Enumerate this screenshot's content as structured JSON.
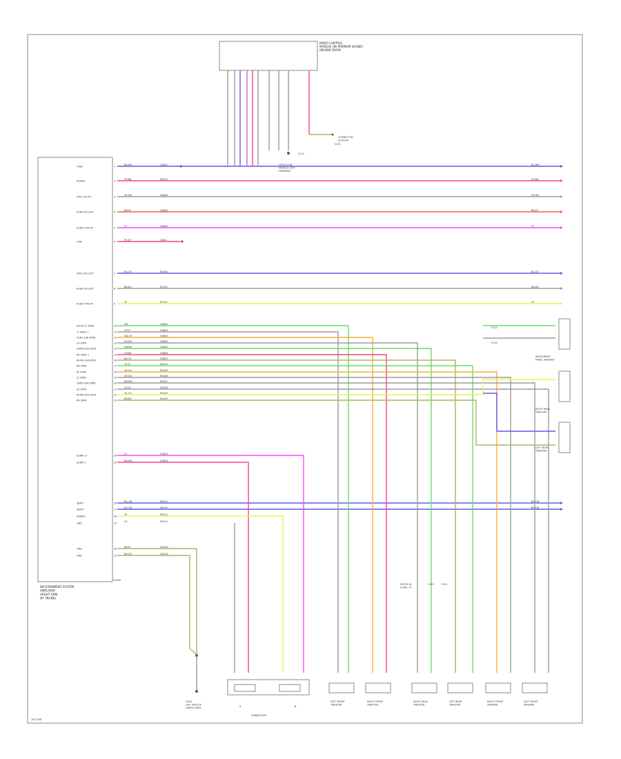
{
  "diagram_code": "1017598",
  "radio_module": {
    "label_lines": [
      "RADIO CONTROL",
      "MODULE (W/ PREMIUM SOUND)",
      "(BEHIND DASH)"
    ],
    "pins": [
      "",
      "",
      "",
      "",
      "",
      "",
      "",
      "",
      "",
      ""
    ]
  },
  "amplifier": {
    "label_lines": [
      "INFOTAINMENT SYSTEM",
      "AMPLIFIER",
      "(RIGHT SIDE",
      "OF TRUNK)"
    ],
    "connector_bottom": "C2406"
  },
  "left_pins": [
    {
      "label": "CAN+",
      "wire": "BU-WH",
      "ckt": "CAN1+"
    },
    {
      "label": "SIGNAL",
      "wire": "YE-BN",
      "ckt": "RS232"
    },
    {
      "label": "SYNC SIG RT",
      "wire": "YE-GN",
      "ckt": "VDB04"
    },
    {
      "label": "AUDIO IN LEFT",
      "wire": "BN-YE",
      "ckt": "VDB02"
    },
    {
      "label": "AUDIO RTN RT",
      "wire": "VT",
      "ckt": "VDB03"
    },
    {
      "label": "CAN-",
      "wire": "YE-GY",
      "ckt": "CAN1-"
    },
    {
      "label": "SYNC SIG LEFT",
      "wire": "BU-GY",
      "ckt": "RS350"
    },
    {
      "label": "AUDIO IN LEFT",
      "wire": "BN-BU",
      "ckt": "RS351"
    },
    {
      "label": "AUDIO RTN RT",
      "wire": "YE",
      "ckt": "RS352"
    },
    {
      "label": "DOOR LF SPKR",
      "wire": "GN",
      "ckt": "VDB01"
    },
    {
      "label": "LF SPKR +",
      "wire": "GY-YT",
      "ckt": "VDB01"
    },
    {
      "label": "LF/RF SUB SPKR",
      "wire": "GN-GY",
      "ckt": "VDB03"
    },
    {
      "label": "LR SPKR",
      "wire": "GY-GN",
      "ckt": "VDB08"
    },
    {
      "label": "LR/RR SUB SPKR",
      "wire": "GN-BU",
      "ckt": "VDB03"
    },
    {
      "label": "RR SPKR +",
      "wire": "GY-BN",
      "ckt": "VDB05"
    },
    {
      "label": "RF/RR SUB SPKR",
      "wire": "BN-GY",
      "ckt": "VDB07"
    },
    {
      "label": "RR SPKR",
      "wire": "YE-VT",
      "ckt": "RS404"
    },
    {
      "label": "RF SPKR",
      "wire": "GY-OG",
      "ckt": "RS405"
    },
    {
      "label": "LF SPKR",
      "wire": "GY-GN",
      "ckt": "RS406"
    },
    {
      "label": "LR/RF SUB SPKR",
      "wire": "BN-WH",
      "ckt": "RS407"
    },
    {
      "label": "LR SPKR",
      "wire": "GY-GY",
      "ckt": "RS408"
    },
    {
      "label": "RF/RR SUB SPKR",
      "wire": "YE-OG",
      "ckt": "RS409"
    },
    {
      "label": "RR SPKR",
      "wire": "BN-BU",
      "ckt": "RS410"
    },
    {
      "label": "SUBW 1+",
      "wire": "VT",
      "ckt": "CDB15"
    },
    {
      "label": "SUBW 1-",
      "wire": "BN-WH",
      "ckt": "CDB16"
    },
    {
      "label": "SBATT",
      "wire": "BU-GN",
      "ckt": "SBP14"
    },
    {
      "label": "SBATT",
      "wire": "BU-GN",
      "ckt": "SBP15"
    },
    {
      "label": "ENABLE",
      "wire": "YE",
      "ckt": "RS412"
    },
    {
      "label": "GND",
      "wire": "GY",
      "ckt": "RS413"
    },
    {
      "label": "GND",
      "wire": "BK-YE",
      "ckt": "GD145"
    },
    {
      "label": "GND",
      "wire": "BK-GN",
      "ckt": "GD146"
    }
  ],
  "right_components": [
    {
      "label_lines": [
        "INSTRUMENT",
        "PANEL SPEAKER"
      ]
    },
    {
      "label_lines": [
        "RIGHT REAR",
        "TWEETER"
      ]
    },
    {
      "label_lines": [
        "LEFT REAR",
        "TWEETER"
      ]
    }
  ],
  "splice_labels": [
    "S114",
    "S116",
    "S120",
    "S121",
    "S122",
    "S123"
  ],
  "bottom_components": [
    {
      "label_lines": [
        "G200",
        "LEFT SIDE OF",
        "CARGO AREA"
      ]
    },
    {
      "label_lines": [
        "SUBWOOFER"
      ]
    },
    {
      "label_lines": [
        "LEFT FRONT",
        "TWEETER"
      ]
    },
    {
      "label_lines": [
        "RIGHT FRONT",
        "TWEETER"
      ]
    },
    {
      "label_lines": [
        "RIGHT REAR",
        "TWEETER"
      ]
    },
    {
      "label_lines": [
        "LEFT REAR",
        "TWEETER"
      ]
    },
    {
      "label_lines": [
        "RIGHT FRONT",
        "SPEAKER"
      ]
    },
    {
      "label_lines": [
        "LEFT FRONT",
        "SPEAKER"
      ]
    }
  ],
  "subwoofer_pins": [
    "A",
    "B"
  ],
  "notes": {
    "splice_top": [
      "(SPLICE ON",
      "VEHICLE LEFT",
      "HARNESS)"
    ],
    "connect_top": [
      "CONNECTOR",
      "IN DOOR"
    ],
    "splice_bottom": [
      "SPLICE IN",
      "CONN. 27"
    ]
  },
  "colors": {
    "blue": "#5a5ae6",
    "pink": "#ff3c8c",
    "magenta": "#ff44ff",
    "red": "#ff5050",
    "gray": "#9a9a9a",
    "yellow": "#f0f050",
    "green": "#66dd66",
    "orange": "#ffaa33",
    "violet": "#bb66dd",
    "olive": "#b0b060",
    "brown": "#b08050"
  }
}
